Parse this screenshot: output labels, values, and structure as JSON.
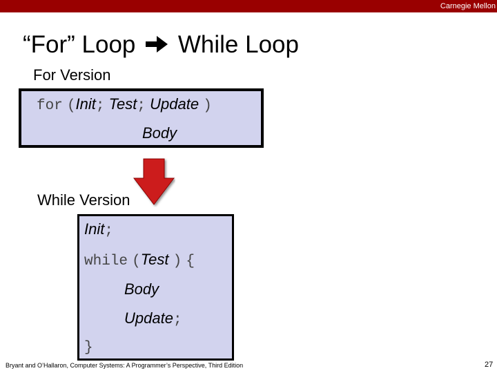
{
  "header": {
    "brand": "Carnegie Mellon",
    "bar_color": "#990000"
  },
  "slide": {
    "title_left": "“For” Loop",
    "title_right": "While Loop",
    "arrow_icon": "arrow-right-icon"
  },
  "for_section": {
    "label": "For Version",
    "kw_for": "for",
    "paren_open": "(",
    "init": "Init",
    "sep1": ";",
    "test": "Test",
    "sep2": ";",
    "update": "Update",
    "paren_close": ")",
    "body": "Body"
  },
  "while_section": {
    "label": "While Version",
    "init": "Init",
    "semicolon1": ";",
    "kw_while": "while",
    "paren_open": "(",
    "test": "Test",
    "paren_close": ")",
    "brace_open": "{",
    "body": "Body",
    "update": "Update",
    "semicolon2": ";",
    "brace_close": "}"
  },
  "down_arrow_icon": "down-arrow-icon",
  "box_color": "#d2d3ee",
  "footer": {
    "citation": "Bryant and O’Hallaron, Computer Systems: A Programmer’s Perspective, Third Edition",
    "page_number": "27"
  }
}
